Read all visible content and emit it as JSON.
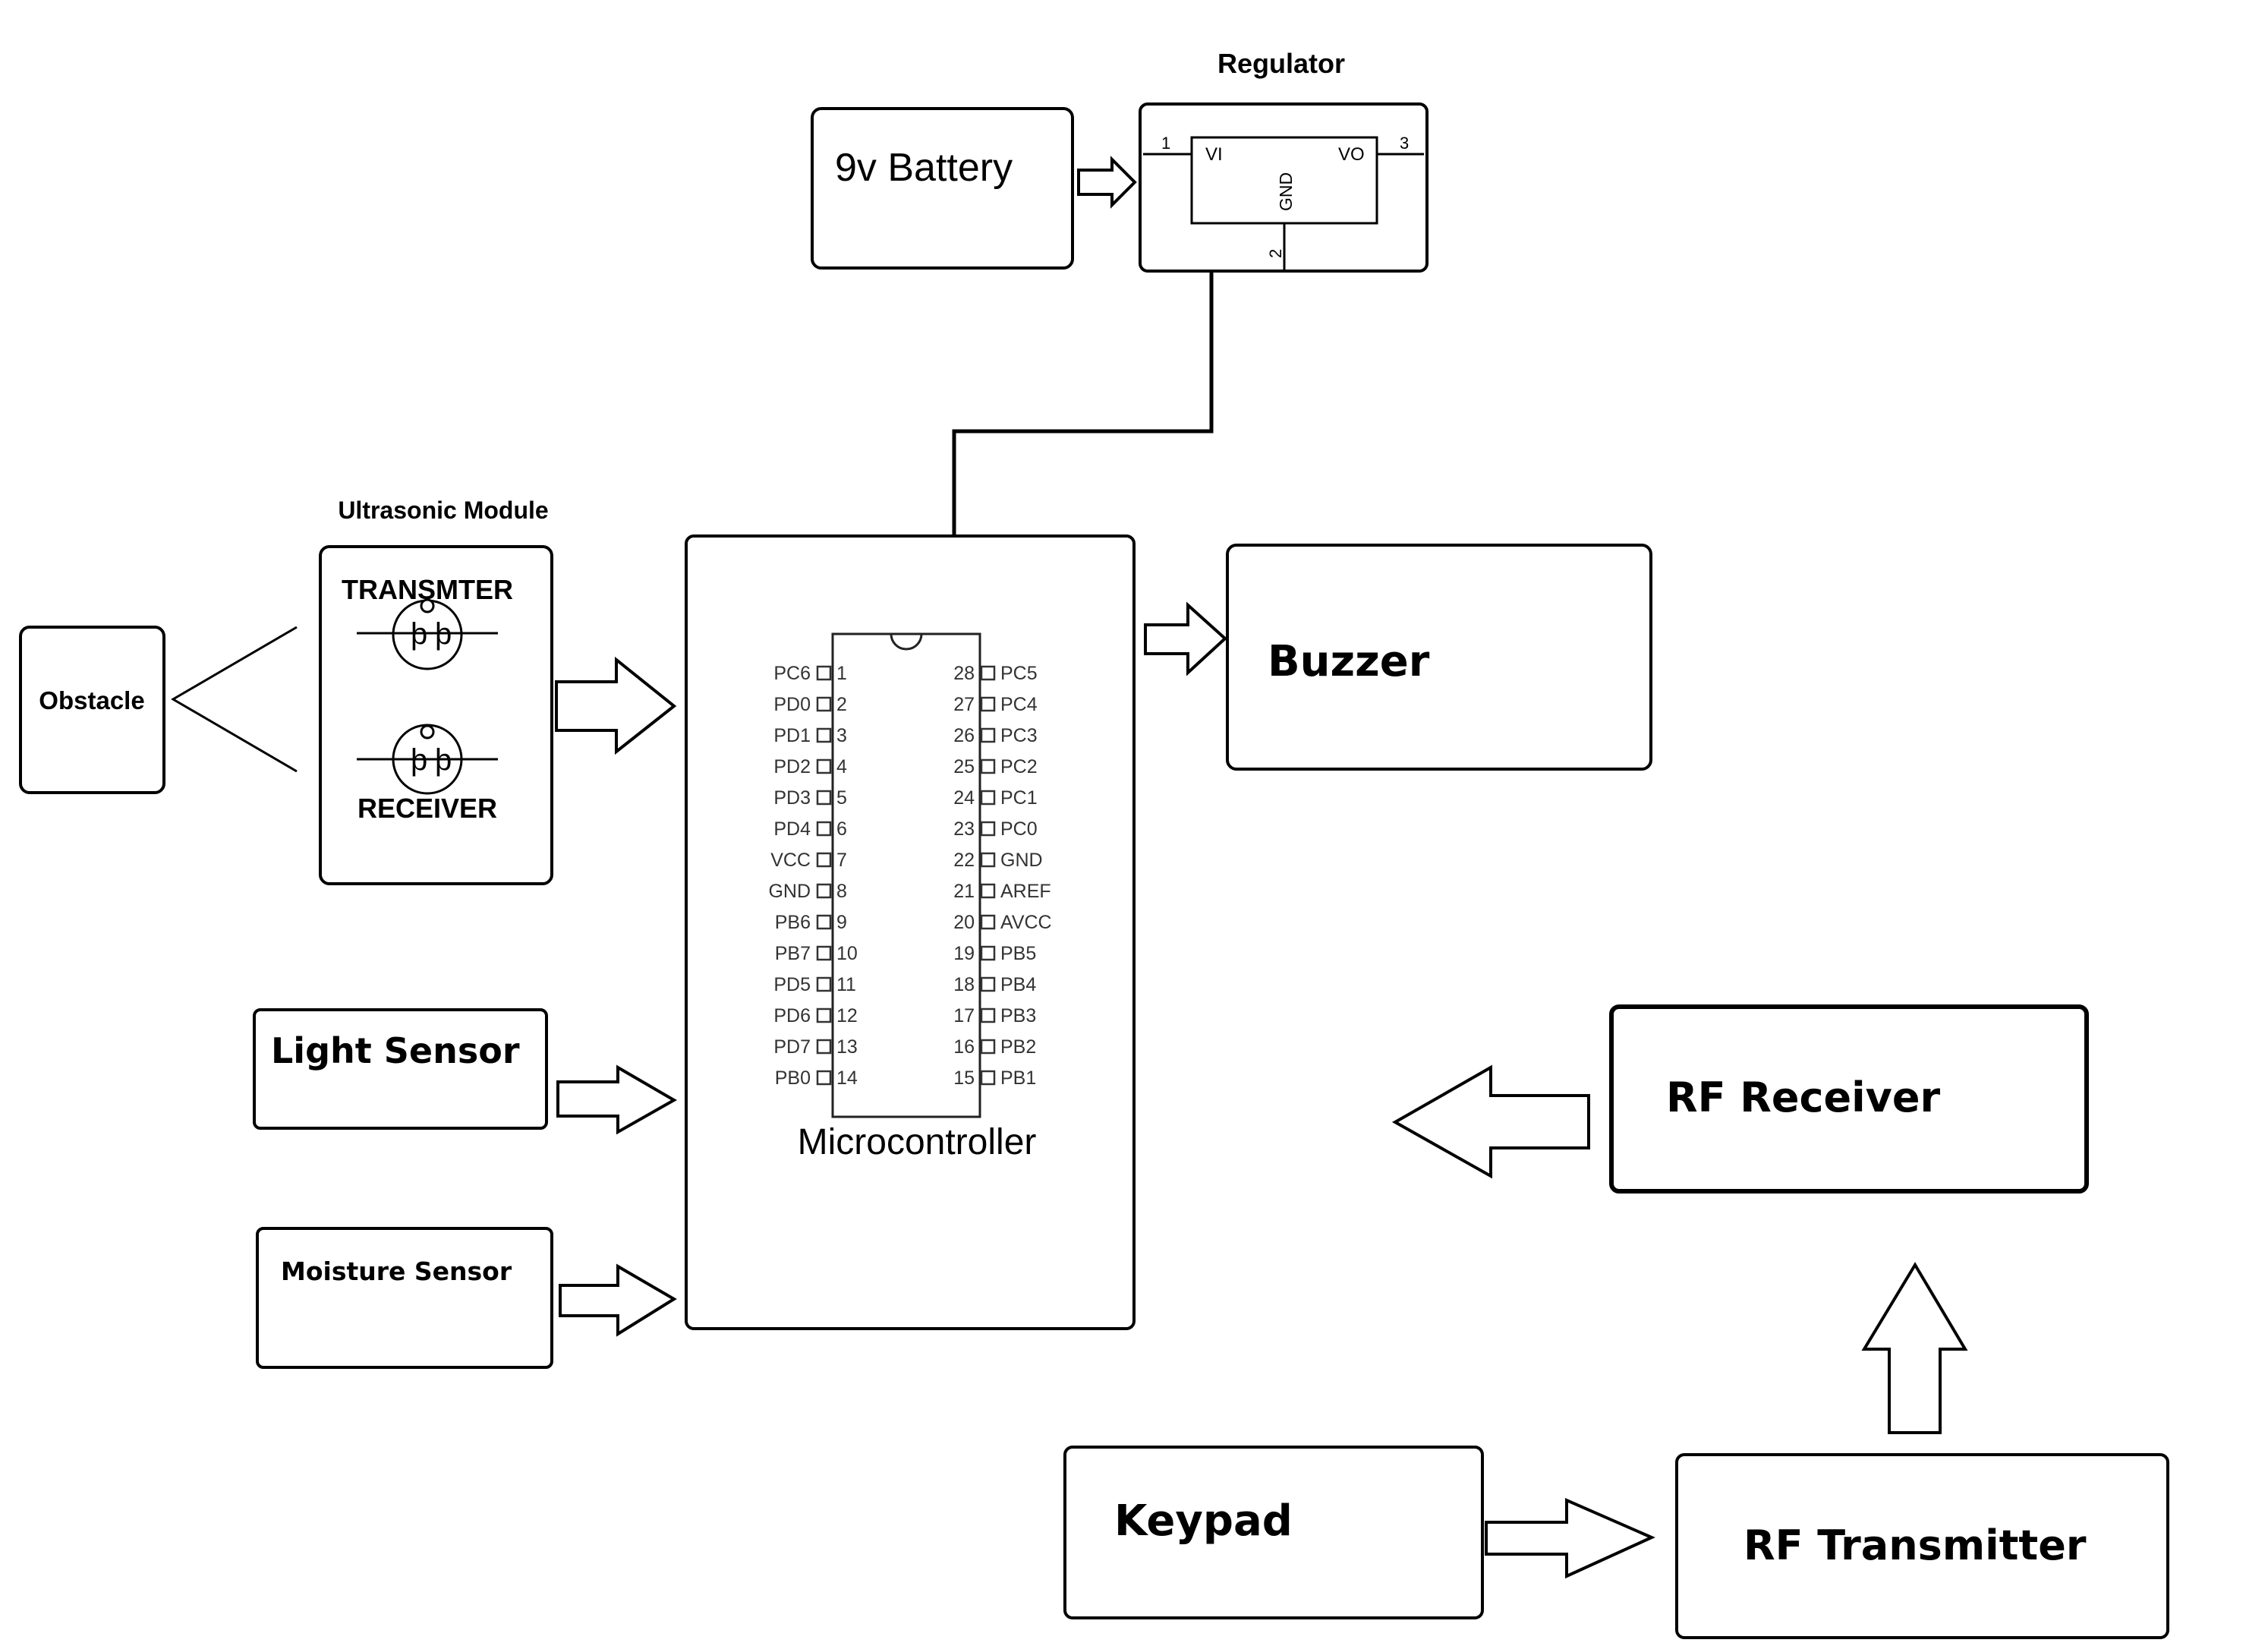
{
  "regulator": {
    "title": "Regulator",
    "pin_vi": "VI",
    "pin_vo": "VO",
    "pin_gnd": "GND",
    "pin_num_1": "1",
    "pin_num_2": "2",
    "pin_num_3": "3"
  },
  "battery": {
    "label": "9v Battery"
  },
  "ultrasonic": {
    "title": "Ultrasonic Module",
    "transmitter": "TRANSMTER",
    "receiver": "RECEIVER"
  },
  "obstacle": {
    "label": "Obstacle"
  },
  "microcontroller": {
    "label": "Microcontroller",
    "left_pins": [
      {
        "name": "PC6",
        "num": "1"
      },
      {
        "name": "PD0",
        "num": "2"
      },
      {
        "name": "PD1",
        "num": "3"
      },
      {
        "name": "PD2",
        "num": "4"
      },
      {
        "name": "PD3",
        "num": "5"
      },
      {
        "name": "PD4",
        "num": "6"
      },
      {
        "name": "VCC",
        "num": "7"
      },
      {
        "name": "GND",
        "num": "8"
      },
      {
        "name": "PB6",
        "num": "9"
      },
      {
        "name": "PB7",
        "num": "10"
      },
      {
        "name": "PD5",
        "num": "11"
      },
      {
        "name": "PD6",
        "num": "12"
      },
      {
        "name": "PD7",
        "num": "13"
      },
      {
        "name": "PB0",
        "num": "14"
      }
    ],
    "right_pins": [
      {
        "name": "PC5",
        "num": "28"
      },
      {
        "name": "PC4",
        "num": "27"
      },
      {
        "name": "PC3",
        "num": "26"
      },
      {
        "name": "PC2",
        "num": "25"
      },
      {
        "name": "PC1",
        "num": "24"
      },
      {
        "name": "PC0",
        "num": "23"
      },
      {
        "name": "GND",
        "num": "22"
      },
      {
        "name": "AREF",
        "num": "21"
      },
      {
        "name": "AVCC",
        "num": "20"
      },
      {
        "name": "PB5",
        "num": "19"
      },
      {
        "name": "PB4",
        "num": "18"
      },
      {
        "name": "PB3",
        "num": "17"
      },
      {
        "name": "PB2",
        "num": "16"
      },
      {
        "name": "PB1",
        "num": "15"
      }
    ]
  },
  "buzzer": {
    "label": "Buzzer"
  },
  "light_sensor": {
    "label": "Light Sensor"
  },
  "moisture_sensor": {
    "label": "Moisture Sensor"
  },
  "rf_receiver": {
    "label": "RF Receiver"
  },
  "rf_transmitter": {
    "label": "RF Transmitter"
  },
  "keypad": {
    "label": "Keypad"
  }
}
